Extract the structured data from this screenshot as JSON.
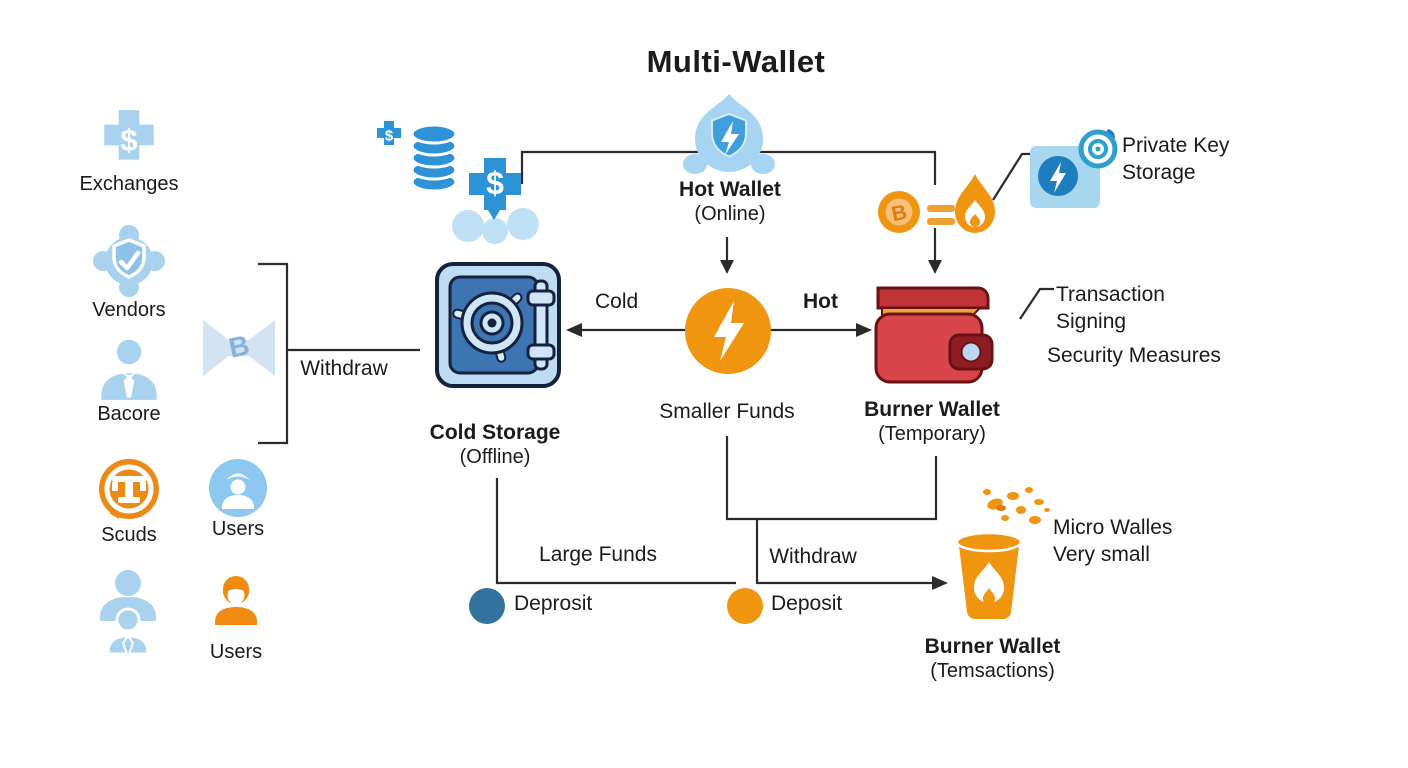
{
  "title": "Multi-Wallet",
  "colors": {
    "light_blue": "#a9d2ee",
    "vivid_blue": "#2e93d6",
    "orange": "#f0950f",
    "wallet_red": "#d8464b",
    "safe_blue": "#3d74b2",
    "legend_blue": "#33719f",
    "line": "#2b2b2b"
  },
  "sidebar": {
    "items": [
      {
        "label": "Exchanges",
        "icon": "dollar-cross-icon"
      },
      {
        "label": "Vendors",
        "icon": "shield-check-icon"
      },
      {
        "label": "Bacore",
        "icon": "person-tie-icon"
      },
      {
        "label": "Scuds",
        "icon": "token-ring-icon"
      },
      {
        "label": "Users",
        "icon": "user-circle-icon"
      },
      {
        "label": "Users",
        "icon": "user-orange-icon"
      }
    ]
  },
  "nodes": {
    "hot_wallet": {
      "title": "Hot Wallet",
      "subtitle": "(Online)"
    },
    "cold_storage": {
      "title": "Cold Storage",
      "subtitle": "(Offline)"
    },
    "burner_wallet": {
      "title": "Burner Wallet",
      "subtitle": "(Temporary)"
    },
    "burner_bin": {
      "title": "Burner Wallet",
      "subtitle": "(Temsactions)"
    }
  },
  "edges": {
    "withdraw_left": "Withdraw",
    "cold": "Cold",
    "hot": "Hot",
    "smaller_funds": "Smaller Funds",
    "large_funds": "Large Funds",
    "withdraw_bottom": "Withdraw"
  },
  "annotations": {
    "private_key_storage": "Private Key\nStorage",
    "transaction_signing": "Transaction\nSigning",
    "security_measures": "Security Measures",
    "micro_wallets": "Micro Walles\nVery small"
  },
  "legend": [
    {
      "label": "Deprosit",
      "color": "#33719f"
    },
    {
      "label": "Deposit",
      "color": "#f0950f"
    }
  ]
}
